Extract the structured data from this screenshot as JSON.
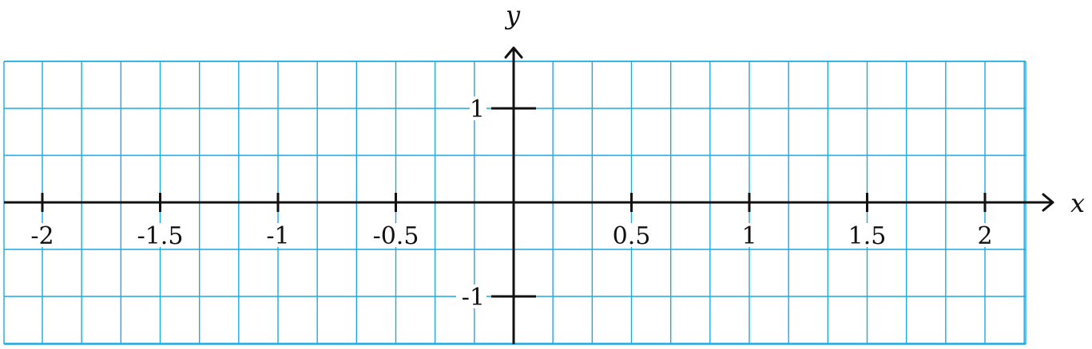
{
  "chart_data": {
    "type": "scatter",
    "title": "",
    "xlabel": "x",
    "ylabel": "y",
    "xlim": [
      -2.166,
      2.166
    ],
    "ylim": [
      -1.5,
      1.5
    ],
    "grid": true,
    "grid_minor_x_step": 0.1666667,
    "grid_minor_y_step": 0.5,
    "x_ticks": [
      -2,
      -1.5,
      -1,
      -0.5,
      0.5,
      1,
      1.5,
      2
    ],
    "x_tick_labels": [
      "-2",
      "-1.5",
      "-1",
      "-0.5",
      "0.5",
      "1",
      "1.5",
      "2"
    ],
    "y_ticks": [
      1,
      -1
    ],
    "y_tick_labels": [
      "1",
      "-1"
    ],
    "series": []
  },
  "colors": {
    "grid": "#1ba9e0",
    "axis": "#111111",
    "background": "#ffffff"
  }
}
